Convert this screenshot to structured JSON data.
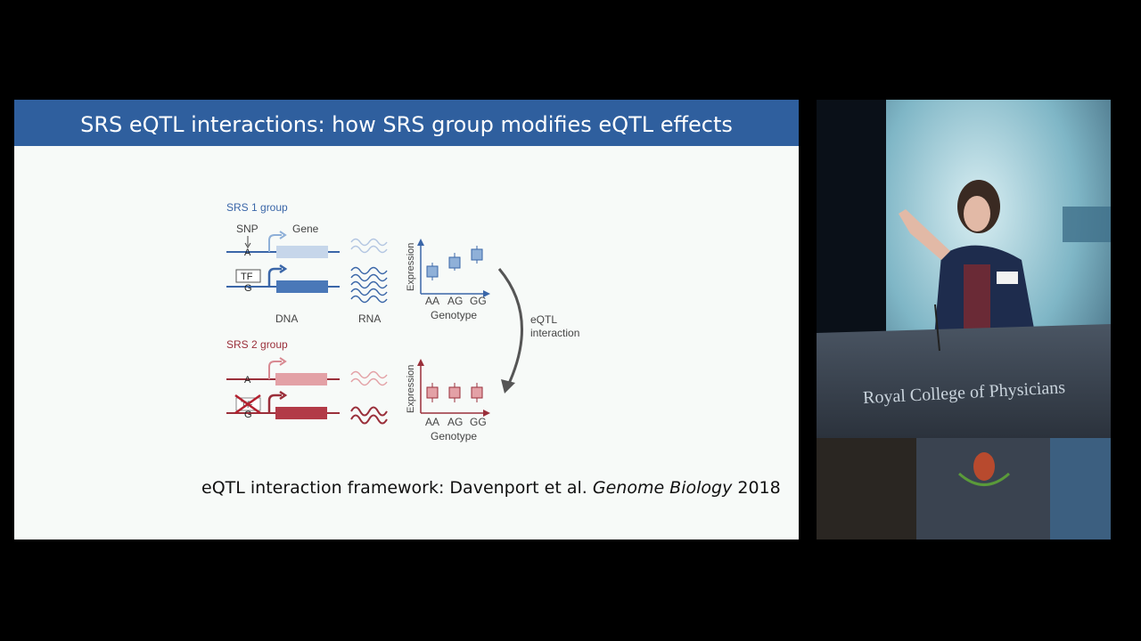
{
  "slide": {
    "title": "SRS eQTL interactions: how SRS group modifies eQTL effects",
    "diagram": {
      "group1_label": "SRS 1 group",
      "group2_label": "SRS 2 group",
      "snp_label": "SNP",
      "gene_label": "Gene",
      "allele_a": "A",
      "allele_g": "G",
      "tf_label": "TF",
      "dna_label": "DNA",
      "rna_label": "RNA",
      "y_axis_label": "Expression",
      "x_axis_label": "Genotype",
      "genotypes": [
        "AA",
        "AG",
        "GG"
      ],
      "arrow_label_line1": "eQTL",
      "arrow_label_line2": "interaction",
      "colors": {
        "blue": "#3a66a8",
        "red": "#9a2f3a",
        "light_blue": "#c6d6ea",
        "light_red": "#e3a1a6"
      }
    },
    "citation": {
      "prefix": "eQTL interaction framework: Davenport et al.",
      "journal": "Genome Biology",
      "year": "2018"
    }
  },
  "video": {
    "podium_text": "Royal College of Physicians"
  }
}
